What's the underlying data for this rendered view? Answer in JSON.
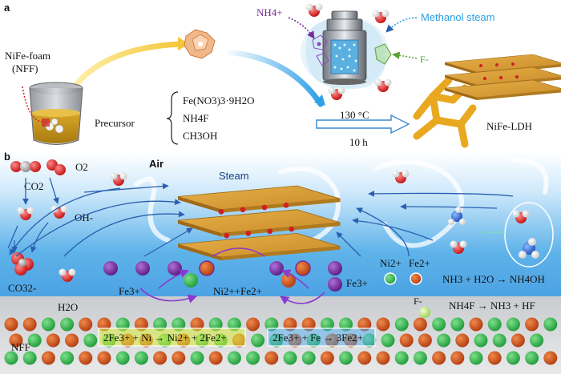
{
  "panel_a": {
    "label": "a",
    "foam_label_line1": "NiFe-foam",
    "foam_label_line2": "(NFF)",
    "precursor_label": "Precursor",
    "reagents": [
      "Fe(NO3)3·9H2O",
      "NH4F",
      "CH3OH"
    ],
    "ammonium_label": "NH4+",
    "fluoride_label": "F-",
    "methanol_label": "Methanol steam",
    "temperature": "130 °C",
    "duration": "10 h",
    "product_label": "NiFe-LDH"
  },
  "panel_b": {
    "label": "b",
    "air_label": "Air",
    "steam_label": "Steam",
    "co2_label": "CO2",
    "o2_label": "O2",
    "oh_label": "OH-",
    "co3_label": "CO32-",
    "h2o_label": "H2O",
    "fe3_left": "Fe3+",
    "fe3_right": "Fe3+",
    "ni_fe_label": "Ni2++Fe2+",
    "ni2_label": "Ni2+",
    "fe2_label": "Fe2+",
    "f_label": "F-",
    "nh3_eq": "NH3 + H2O → NH4OH",
    "nh4f_eq": "NH4F → NH3 + HF",
    "reaction1": "2Fe3+ + Ni → Ni2+ + 2Fe2+",
    "reaction2": "2Fe3+ + Fe → 3Fe2+",
    "nff_label": "NFF"
  },
  "colors": {
    "green_atom": "#2fb24a",
    "orange_atom": "#c8501a",
    "purple_ion": "#7a2a9a",
    "blue_bg": "#3f9ee0",
    "oxygen": "#e02020",
    "arrow_blue": "#2a5fb0"
  }
}
